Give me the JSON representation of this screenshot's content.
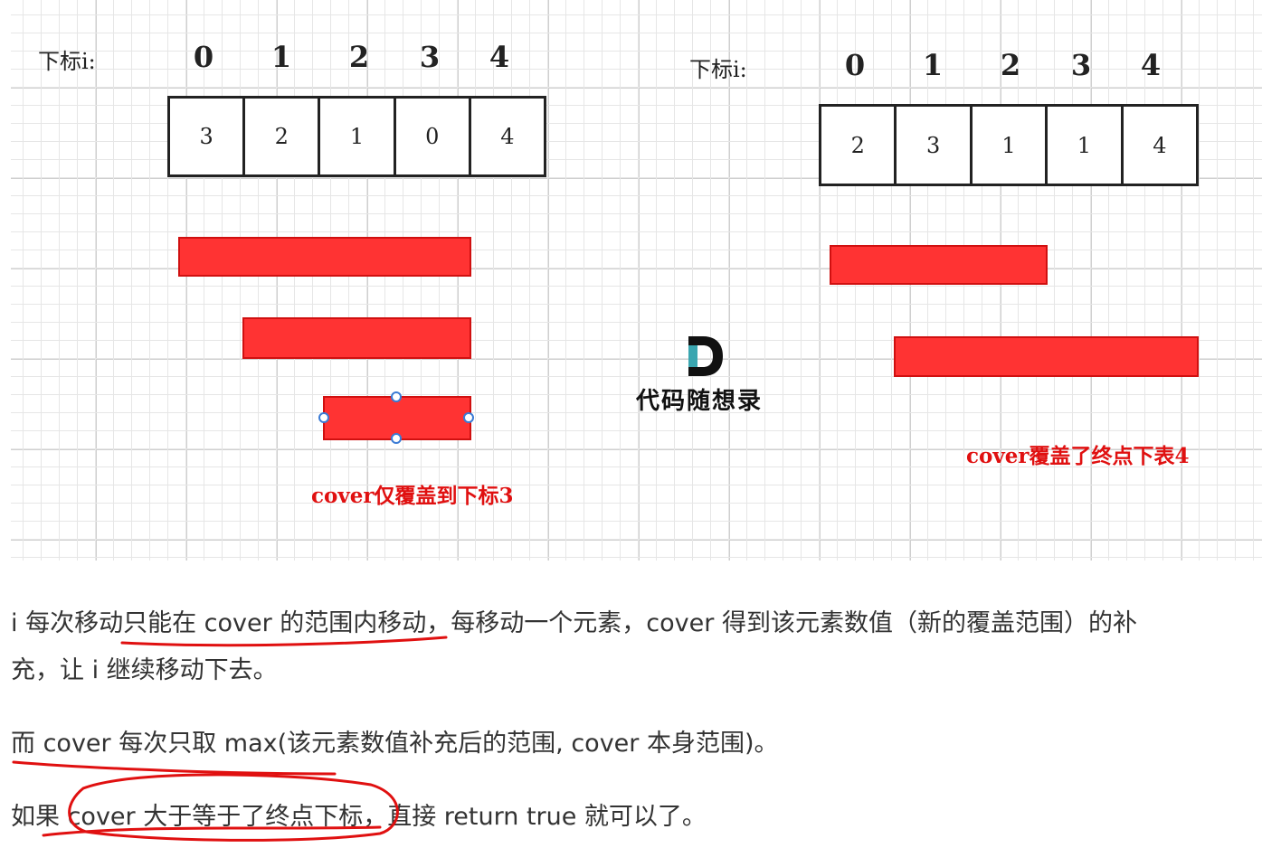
{
  "left_panel": {
    "index_label": "下标i:",
    "indices": [
      "0",
      "1",
      "2",
      "3",
      "4"
    ],
    "values": [
      "3",
      "2",
      "1",
      "0",
      "4"
    ],
    "caption": "cover仅覆盖到下标3"
  },
  "right_panel": {
    "index_label": "下标i:",
    "indices": [
      "0",
      "1",
      "2",
      "3",
      "4"
    ],
    "values": [
      "2",
      "3",
      "1",
      "1",
      "4"
    ],
    "caption": "cover覆盖了终点下表4"
  },
  "logo": {
    "text": "代码随想录"
  },
  "colors": {
    "bar_fill": "#ff3333",
    "caption_red": "#e01010",
    "annotation_red": "#e01010",
    "grid": "#e6e6e6"
  },
  "text": {
    "para1_line1": "i 每次移动只能在 cover 的范围内移动，每移动一个元素，cover 得到该元素数值（新的覆盖范围）的补",
    "para1_line2": "充，让 i 继续移动下去。",
    "para2": "而 cover 每次只取 max(该元素数值补充后的范围, cover 本身范围)。",
    "para3": "如果 cover 大于等于了终点下标，直接 return true 就可以了。"
  }
}
